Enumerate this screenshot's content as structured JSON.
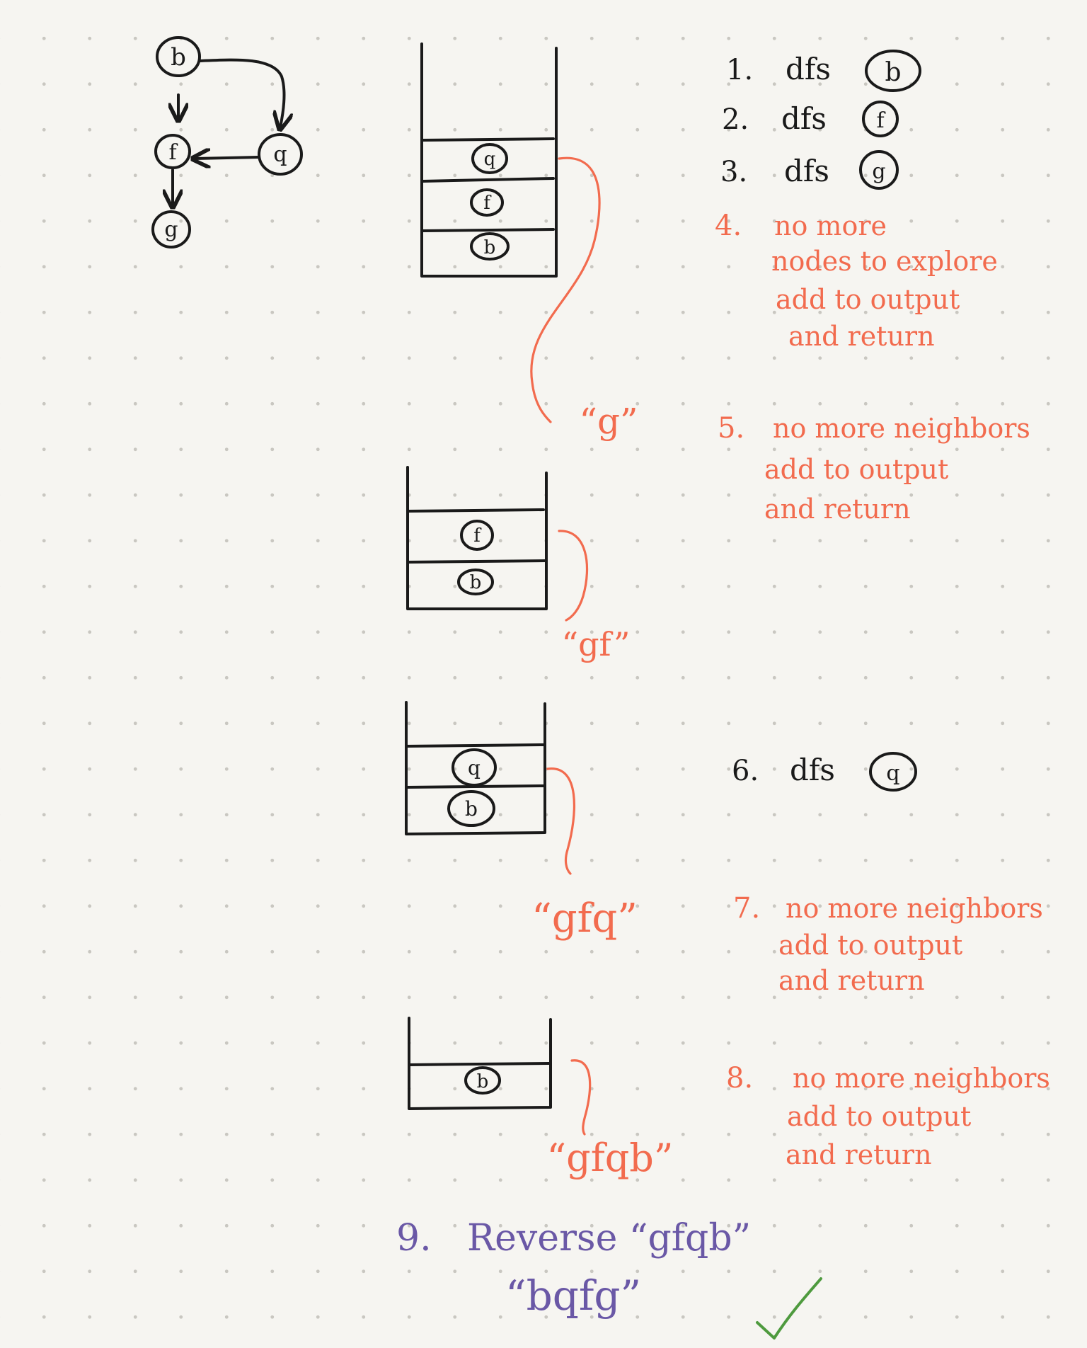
{
  "graph": {
    "nodes": [
      {
        "id": "b",
        "label": "b"
      },
      {
        "id": "f",
        "label": "f"
      },
      {
        "id": "q",
        "label": "q"
      },
      {
        "id": "g",
        "label": "g"
      }
    ],
    "edges": [
      [
        "b",
        "f"
      ],
      [
        "b",
        "q"
      ],
      [
        "q",
        "f"
      ],
      [
        "f",
        "g"
      ]
    ]
  },
  "stacks": [
    {
      "frames": [
        "q",
        "f",
        "b"
      ],
      "output": "“g”"
    },
    {
      "frames": [
        "f",
        "b"
      ],
      "output": "“gf”"
    },
    {
      "frames": [
        "q",
        "b"
      ],
      "output": "“gfq”"
    },
    {
      "frames": [
        "b"
      ],
      "output": "“gfqb”"
    }
  ],
  "steps": {
    "s1": {
      "num": "1.",
      "text": "dfs",
      "node": "b"
    },
    "s2": {
      "num": "2.",
      "text": "dfs",
      "node": "f"
    },
    "s3": {
      "num": "3.",
      "text": "dfs",
      "node": "g"
    },
    "s4": {
      "num": "4.",
      "lines": [
        "no more",
        "nodes to explore",
        "add to output",
        "and return"
      ]
    },
    "s5": {
      "num": "5.",
      "lines": [
        "no more neighbors",
        "add to output",
        "and return"
      ]
    },
    "s6": {
      "num": "6.",
      "text": "dfs",
      "node": "q"
    },
    "s7": {
      "num": "7.",
      "lines": [
        "no more neighbors",
        "add to output",
        "and return"
      ]
    },
    "s8": {
      "num": "8.",
      "lines": [
        "no more neighbors",
        "add to output",
        "and return"
      ]
    },
    "s9": {
      "num": "9.",
      "line1": "Reverse “gfqb”",
      "line2": "“bqfg”"
    }
  },
  "colors": {
    "ink": "#1a1a1a",
    "annotation": "#f26b4e",
    "final": "#6a58a6",
    "check": "#4e9a3e"
  },
  "icons": {
    "check": "check-mark-icon"
  }
}
